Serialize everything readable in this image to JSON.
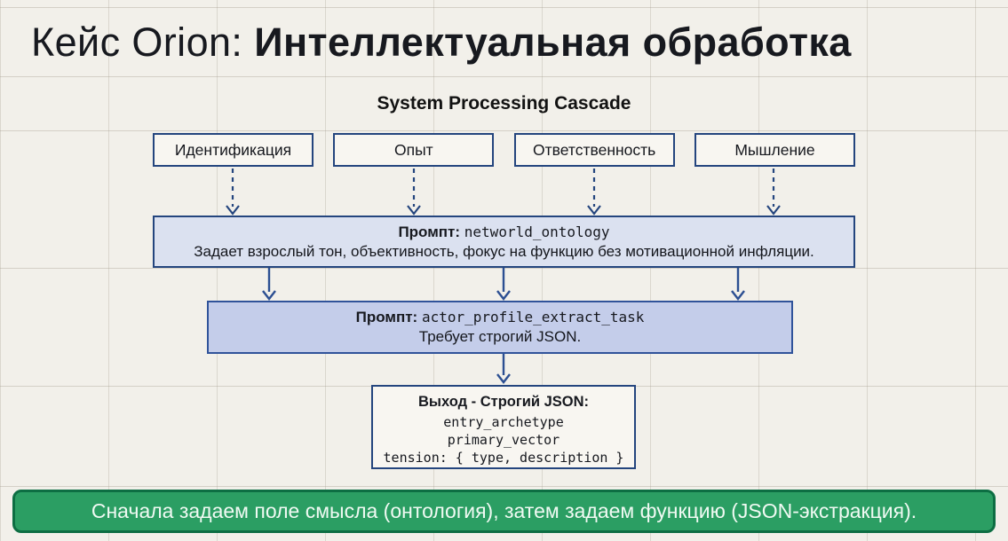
{
  "title": {
    "prefix": "Кейс Orion: ",
    "emphasis": "Интеллектуальная обработка"
  },
  "diagram": {
    "heading": "System Processing Cascade",
    "inputs": [
      "Идентификация",
      "Опыт",
      "Ответственность",
      "Мышление"
    ],
    "prompt1": {
      "label": "Промпт:",
      "code": "networld_ontology",
      "description": "Задает взрослый тон, объективность, фокус на функцию без мотивационной инфляции."
    },
    "prompt2": {
      "label": "Промпт:",
      "code": "actor_profile_extract_task",
      "description": "Требует строгий JSON."
    },
    "output": {
      "title": "Выход - Строгий JSON:",
      "fields": [
        "entry_archetype",
        "primary_vector",
        "tension: { type, description }"
      ]
    }
  },
  "banner": {
    "text": "Сначала задаем поле смысла (онтология), затем задаем функцию (JSON-экстракция)."
  },
  "colors": {
    "page_background": "#f2f0ea",
    "box_border_blue": "#24457e",
    "prompt1_fill": "#dbe1f0",
    "prompt2_fill": "#c4cdea",
    "arrow_blue": "#2c4f92",
    "banner_green": "#2b9e63",
    "banner_border_green": "#0d6e43",
    "banner_text": "#f0faf3"
  }
}
